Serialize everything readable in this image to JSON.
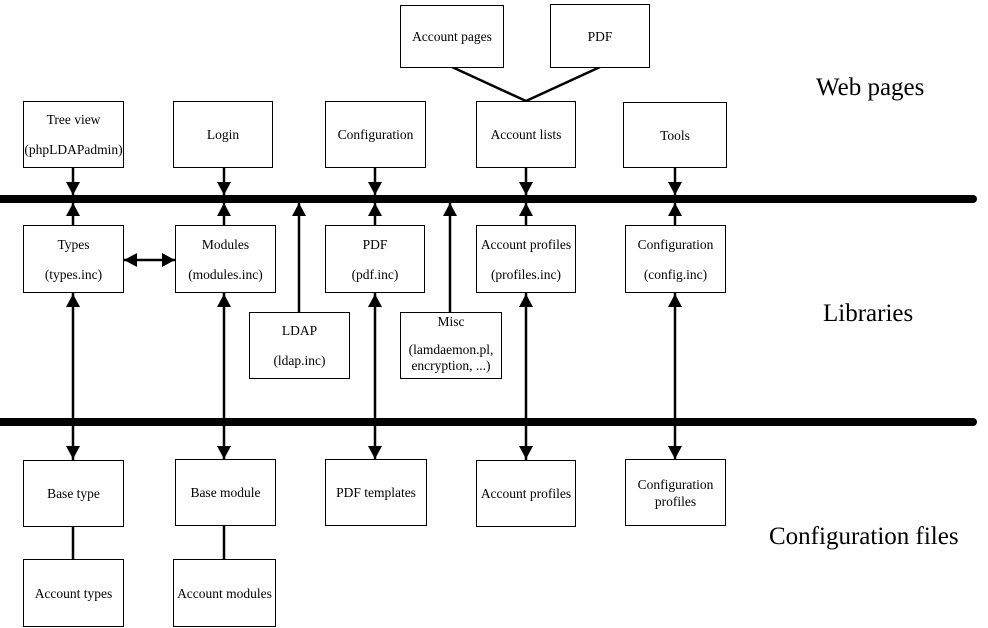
{
  "sections": [
    {
      "label": "Web pages"
    },
    {
      "label": "Libraries"
    },
    {
      "label": "Configuration files"
    }
  ],
  "boxes": {
    "account_pages": {
      "lines": [
        "Account pages"
      ]
    },
    "pdf_top": {
      "lines": [
        "PDF"
      ]
    },
    "tree_view": {
      "lines": [
        "Tree view",
        "(phpLDAPadmin)"
      ]
    },
    "login": {
      "lines": [
        "Login"
      ]
    },
    "configuration_page": {
      "lines": [
        "Configuration"
      ]
    },
    "account_lists": {
      "lines": [
        "Account lists"
      ]
    },
    "tools": {
      "lines": [
        "Tools"
      ]
    },
    "types": {
      "lines": [
        "Types",
        "(types.inc)"
      ]
    },
    "modules": {
      "lines": [
        "Modules",
        "(modules.inc)"
      ]
    },
    "pdf_lib": {
      "lines": [
        "PDF",
        "(pdf.inc)"
      ]
    },
    "account_profiles_lib": {
      "lines": [
        "Account profiles",
        "(profiles.inc)"
      ]
    },
    "configuration_lib": {
      "lines": [
        "Configuration",
        "(config.inc)"
      ]
    },
    "ldap": {
      "lines": [
        "LDAP",
        "(ldap.inc)"
      ]
    },
    "misc": {
      "lines": [
        "Misc",
        "(lamdaemon.pl,",
        "encryption, ...)"
      ]
    },
    "base_type": {
      "lines": [
        "Base type"
      ]
    },
    "base_module": {
      "lines": [
        "Base module"
      ]
    },
    "pdf_templates": {
      "lines": [
        "PDF templates"
      ]
    },
    "account_profiles_cfg": {
      "lines": [
        "Account profiles"
      ]
    },
    "configuration_profiles": {
      "lines": [
        "Configuration",
        "profiles"
      ]
    },
    "account_types": {
      "lines": [
        "Account types"
      ]
    },
    "account_modules": {
      "lines": [
        "Account modules"
      ]
    }
  },
  "colors": {
    "ink": "#000000",
    "paper": "#ffffff"
  }
}
